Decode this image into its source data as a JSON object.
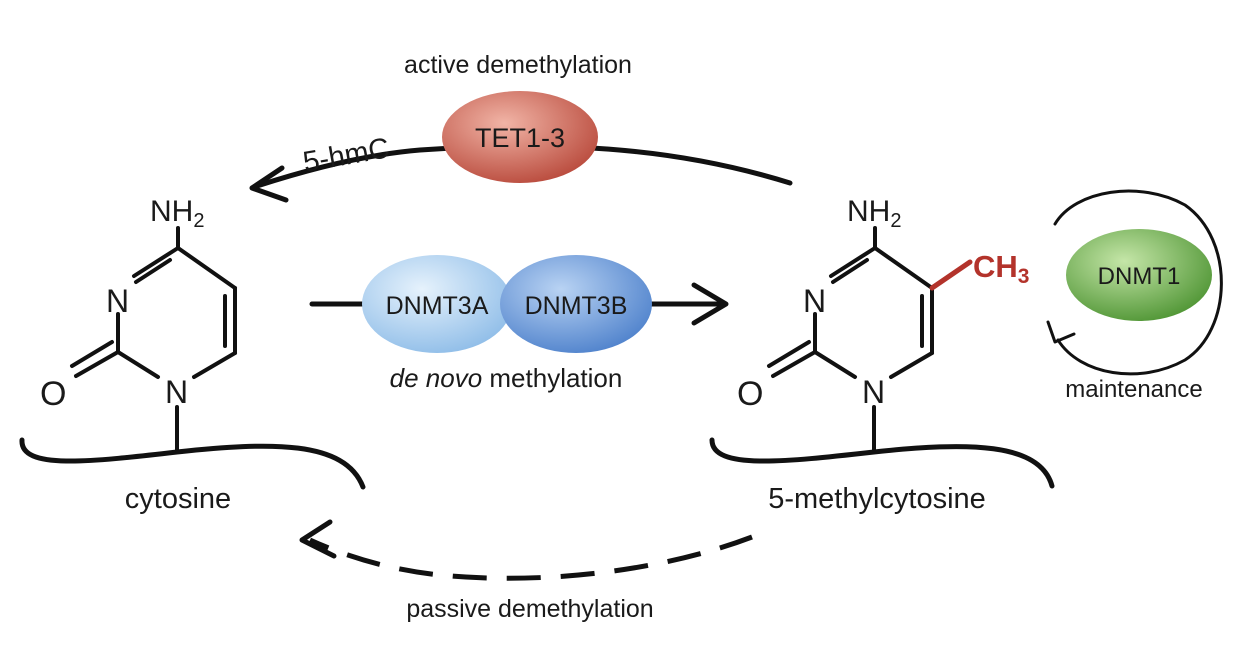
{
  "labels": {
    "active_demethylation": "active demethylation",
    "five_hmc": "5-hmC",
    "de_novo_italic": "de novo",
    "methylation": " methylation",
    "passive_demethylation": "passive demethylation",
    "maintenance": "maintenance",
    "cytosine": "cytosine",
    "five_methylcytosine": "5-methylcytosine"
  },
  "enzymes": {
    "tet": "TET1-3",
    "dnmt3a": "DNMT3A",
    "dnmt3b": "DNMT3B",
    "dnmt1": "DNMT1"
  },
  "atoms": {
    "nh2_main": "NH",
    "nh2_sub": "2",
    "ring_n": "N",
    "ring_o": "O",
    "ch3_main": "CH",
    "ch3_sub": "3"
  },
  "colors": {
    "tet": "#c0584a",
    "dnmt3a": "#a9cdee",
    "dnmt3b": "#6f9ddb",
    "dnmt1": "#6aaa4a",
    "methyl": "#b3332b",
    "line": "#111111"
  }
}
